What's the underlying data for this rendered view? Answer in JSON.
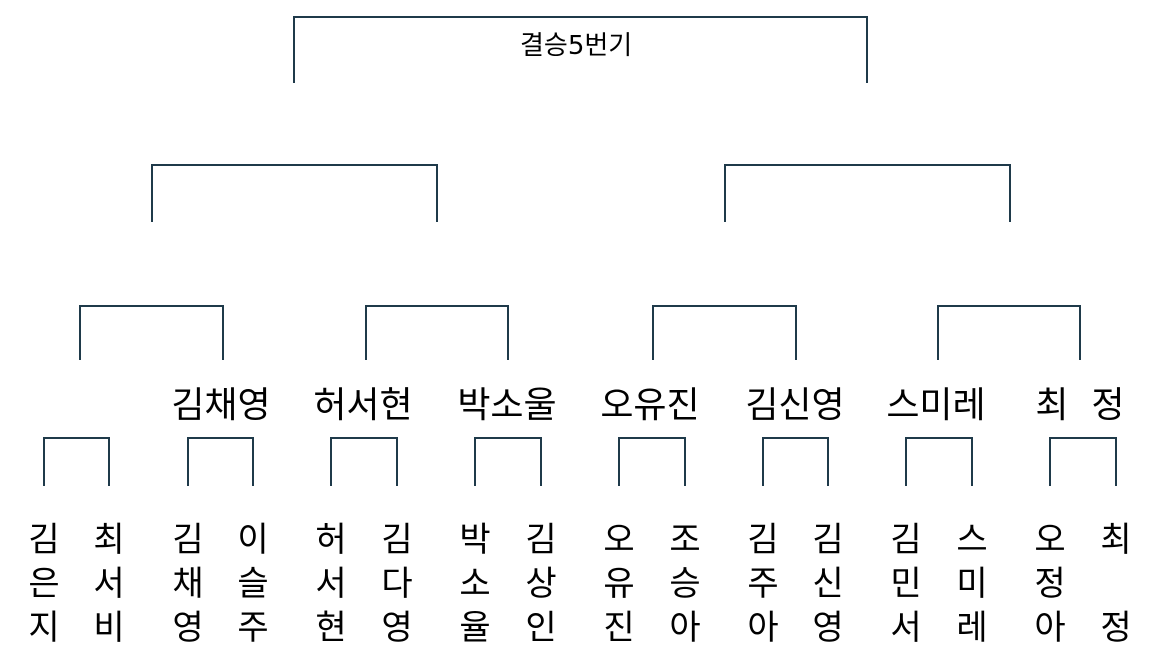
{
  "final": {
    "label": "결승5번기"
  },
  "quarterfinal_winners": [
    "김채영",
    "허서현",
    "박소울",
    "오유진",
    "김신영",
    "스미레",
    "최  정"
  ],
  "first_round_players": [
    [
      "김",
      "은",
      "지"
    ],
    [
      "최",
      "서",
      "비"
    ],
    [
      "김",
      "채",
      "영"
    ],
    [
      "이",
      "슬",
      "주"
    ],
    [
      "허",
      "서",
      "현"
    ],
    [
      "김",
      "다",
      "영"
    ],
    [
      "박",
      "소",
      "율"
    ],
    [
      "김",
      "상",
      "인"
    ],
    [
      "오",
      "유",
      "진"
    ],
    [
      "조",
      "승",
      "아"
    ],
    [
      "김",
      "주",
      "아"
    ],
    [
      "김",
      "신",
      "영"
    ],
    [
      "김",
      "민",
      "서"
    ],
    [
      "스",
      "미",
      "레"
    ],
    [
      "오",
      "정",
      "아"
    ],
    [
      "최",
      "",
      "정"
    ]
  ],
  "style": {
    "line_color": "#1f3a4a"
  }
}
